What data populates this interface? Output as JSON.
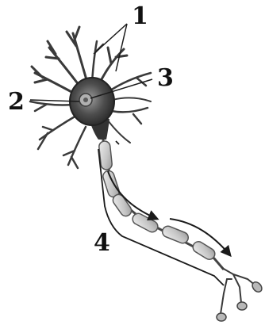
{
  "labels": {
    "l1": "1",
    "l2": "2",
    "l3": "3",
    "l4": "4"
  },
  "colors": {
    "ink": "#1a1a1a",
    "soma_dark": "#2e2e2e",
    "soma_mid": "#5a5a5a",
    "myelin_fill": "#d0d0d0",
    "myelin_edge": "#555555",
    "terminal_fill": "#b8b8b8"
  }
}
